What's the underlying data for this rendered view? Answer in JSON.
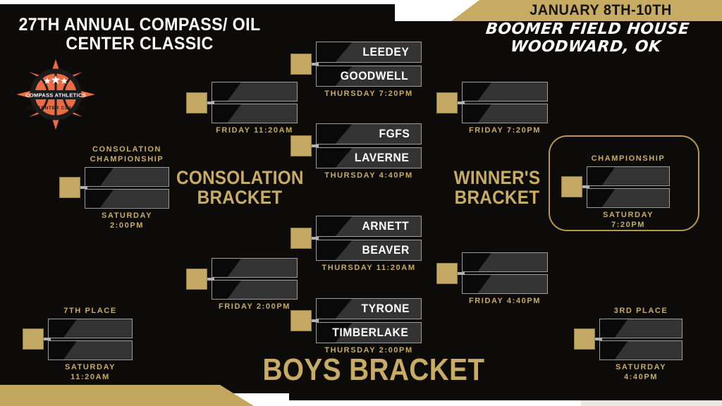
{
  "header": {
    "title": "27TH ANNUAL COMPASS/ OIL CENTER CLASSIC",
    "dates": "JANUARY 8TH-10TH",
    "venue_line1": "BOOMER FIELD HOUSE",
    "venue_line2": "WOODWARD, OK"
  },
  "logo": {
    "name": "compass-athletics-logo",
    "text_top": "COMPASS ATHLETICS",
    "text_bottom": "OIL CENTER CLASSIC",
    "accent": "#EE6A43",
    "dark": "#1b1b1b"
  },
  "colors": {
    "gold": "#C9AC64",
    "gold_bar": "#C3A75F",
    "background": "#0C0B09",
    "slot_border": "#9D9D9D",
    "slot_wedge": "#333333",
    "knob": "#C4A964",
    "white": "#FFFFFF"
  },
  "labels": {
    "consolation_bracket": "CONSOLATION\nBRACKET",
    "winners_bracket": "WINNER'S\nBRACKET",
    "boys_bracket": "BOYS BRACKET"
  },
  "matches": {
    "r1_leedey": {
      "caption_top": "",
      "team1": "LEEDEY",
      "team2": "GOODWELL",
      "caption_bottom": "THURSDAY 7:20PM"
    },
    "r1_fgfs": {
      "caption_top": "",
      "team1": "FGFS",
      "team2": "LAVERNE",
      "caption_bottom": "THURSDAY 4:40PM"
    },
    "r1_arnett": {
      "caption_top": "",
      "team1": "ARNETT",
      "team2": "BEAVER",
      "caption_bottom": "THURSDAY 11:20AM"
    },
    "r1_tyrone": {
      "caption_top": "",
      "team1": "TYRONE",
      "team2": "TIMBERLAKE",
      "caption_bottom": "THURSDAY 2:00PM"
    },
    "w_semi_top": {
      "caption_top": "",
      "team1": "",
      "team2": "",
      "caption_bottom": "FRIDAY 7:20PM"
    },
    "w_semi_bottom": {
      "caption_top": "",
      "team1": "",
      "team2": "",
      "caption_bottom": "FRIDAY 4:40PM"
    },
    "championship": {
      "caption_top": "CHAMPIONSHIP",
      "team1": "",
      "team2": "",
      "caption_bottom": "SATURDAY 7:20PM"
    },
    "third_place": {
      "caption_top": "3RD PLACE",
      "team1": "",
      "team2": "",
      "caption_bottom": "SATURDAY 4:40PM"
    },
    "c_semi_top": {
      "caption_top": "",
      "team1": "",
      "team2": "",
      "caption_bottom": "FRIDAY 11:20AM"
    },
    "c_semi_bottom": {
      "caption_top": "",
      "team1": "",
      "team2": "",
      "caption_bottom": "FRIDAY 2:00PM"
    },
    "consolation_championship": {
      "caption_top": "CONSOLATION\nCHAMPIONSHIP",
      "team1": "",
      "team2": "",
      "caption_bottom": "SATURDAY 2:00PM"
    },
    "seventh_place": {
      "caption_top": "7TH PLACE",
      "team1": "",
      "team2": "",
      "caption_bottom": "SATURDAY 11:20AM"
    }
  }
}
